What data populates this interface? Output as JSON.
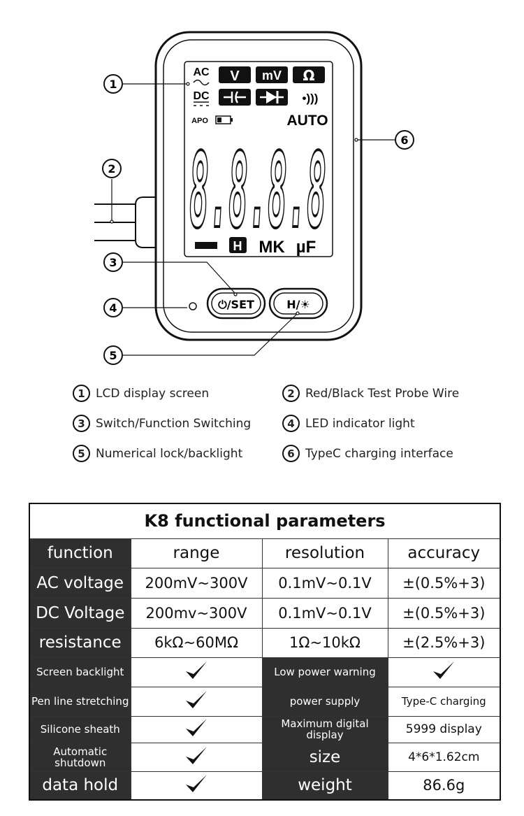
{
  "diagram": {
    "lcd": {
      "ac": "AC",
      "dc": "DC",
      "v": "V",
      "mv": "mV",
      "ohm": "Ω",
      "beep": "•)))",
      "apo": "APO",
      "auto": "AUTO",
      "digits": "8.8.8.8",
      "hold": "H",
      "mk": "MK",
      "unit": "µF"
    },
    "buttons": {
      "power": "⏻/SET",
      "hold": "H/☀"
    },
    "callouts": [
      "1",
      "2",
      "3",
      "4",
      "5",
      "6"
    ]
  },
  "legend": [
    {
      "num": "1",
      "text": "LCD display screen"
    },
    {
      "num": "2",
      "text": "Red/Black Test Probe Wire"
    },
    {
      "num": "3",
      "text": "Switch/Function Switching"
    },
    {
      "num": "4",
      "text": "LED indicator light"
    },
    {
      "num": "5",
      "text": "Numerical lock/backlight"
    },
    {
      "num": "6",
      "text": "TypeC charging interface"
    }
  ],
  "table": {
    "title": "K8 functional parameters",
    "headers": [
      "function",
      "range",
      "resolution",
      "accuracy"
    ],
    "rows": [
      [
        "AC voltage",
        "200mV~300V",
        "0.1mV~0.1V",
        "±(0.5%+3)"
      ],
      [
        "DC Voltage",
        "200mv~300V",
        "0.1mV~0.1V",
        "±(0.5%+3)"
      ],
      [
        "resistance",
        "6kΩ~60MΩ",
        "1Ω~10kΩ",
        "±(2.5%+3)"
      ]
    ],
    "features": [
      {
        "left": "Screen backlight",
        "right": "Low power warning",
        "value": ""
      },
      {
        "left": "Pen line stretching",
        "right": "power supply",
        "value": "Type-C charging"
      },
      {
        "left": "Silicone sheath",
        "right": "Maximum digital display",
        "value": "5999 display"
      },
      {
        "left": "Automatic shutdown",
        "right": "size",
        "value": "4*6*1.62cm"
      },
      {
        "left": "data hold",
        "right": "weight",
        "value": "86.6g"
      }
    ]
  }
}
